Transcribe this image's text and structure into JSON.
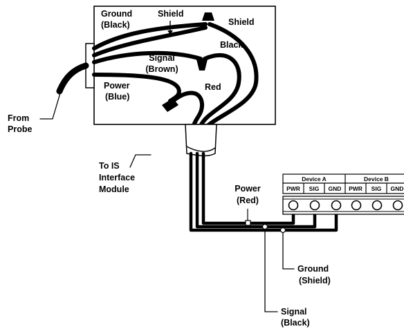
{
  "labels": {
    "ground_black_1": "Ground",
    "ground_black_2": "(Black)",
    "shield_top": "Shield",
    "shield_right": "Shield",
    "black": "Black",
    "signal_brown_1": "Signal",
    "signal_brown_2": "(Brown)",
    "power_blue_1": "Power",
    "power_blue_2": "(Blue)",
    "red": "Red",
    "from_probe_1": "From",
    "from_probe_2": "Probe",
    "to_is_1": "To IS",
    "to_is_2": "Interface",
    "to_is_3": "Module",
    "power_red_1": "Power",
    "power_red_2": "(Red)",
    "ground_shield_1": "Ground",
    "ground_shield_2": "(Shield)",
    "signal_black_1": "Signal",
    "signal_black_2": "(Black)"
  },
  "terminal_block": {
    "devices": [
      "Device A",
      "Device B"
    ],
    "terminals": [
      "PWR",
      "SIG",
      "GND",
      "PWR",
      "SIG",
      "GND"
    ]
  }
}
